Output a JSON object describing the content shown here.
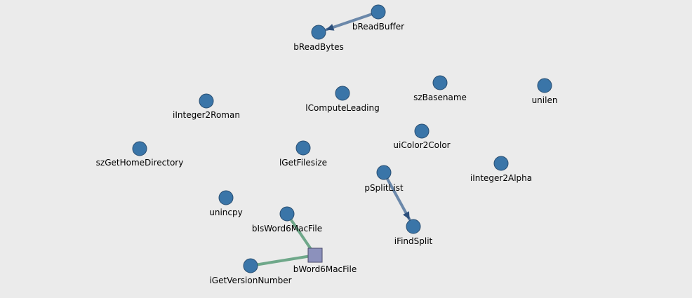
{
  "colors": {
    "background": "#ebebeb",
    "node_fill": "#3a75a8",
    "node_stroke": "#2a4f72",
    "focus_node_fill": "#8c91bc",
    "focus_node_stroke": "#4a4a6a",
    "edge_blue": "#6b88aa",
    "edge_green": "#6fa88a",
    "arrowhead": "#2c4f7c"
  },
  "nodes": [
    {
      "id": "bReadBuffer",
      "label": "bReadBuffer"
    },
    {
      "id": "bReadBytes",
      "label": "bReadBytes"
    },
    {
      "id": "iInteger2Roman",
      "label": "iInteger2Roman"
    },
    {
      "id": "lComputeLeading",
      "label": "lComputeLeading"
    },
    {
      "id": "szBasename",
      "label": "szBasename"
    },
    {
      "id": "unilen",
      "label": "unilen"
    },
    {
      "id": "uiColor2Color",
      "label": "uiColor2Color"
    },
    {
      "id": "szGetHomeDirectory",
      "label": "szGetHomeDirectory"
    },
    {
      "id": "lGetFilesize",
      "label": "lGetFilesize"
    },
    {
      "id": "iInteger2Alpha",
      "label": "iInteger2Alpha"
    },
    {
      "id": "pSplitList",
      "label": "pSplitList"
    },
    {
      "id": "unincpy",
      "label": "unincpy"
    },
    {
      "id": "bIsWord6MacFile",
      "label": "bIsWord6MacFile"
    },
    {
      "id": "iFindSplit",
      "label": "iFindSplit"
    },
    {
      "id": "bWord6MacFile",
      "label": "bWord6MacFile",
      "shape": "square"
    },
    {
      "id": "iGetVersionNumber",
      "label": "iGetVersionNumber"
    }
  ],
  "edges": [
    {
      "from": "bReadBuffer",
      "to": "bReadBytes",
      "color": "blue",
      "arrow": true
    },
    {
      "from": "pSplitList",
      "to": "iFindSplit",
      "color": "blue",
      "arrow": true
    },
    {
      "from": "bIsWord6MacFile",
      "to": "bWord6MacFile",
      "color": "green",
      "arrow": false
    },
    {
      "from": "iGetVersionNumber",
      "to": "bWord6MacFile",
      "color": "green",
      "arrow": false
    }
  ]
}
